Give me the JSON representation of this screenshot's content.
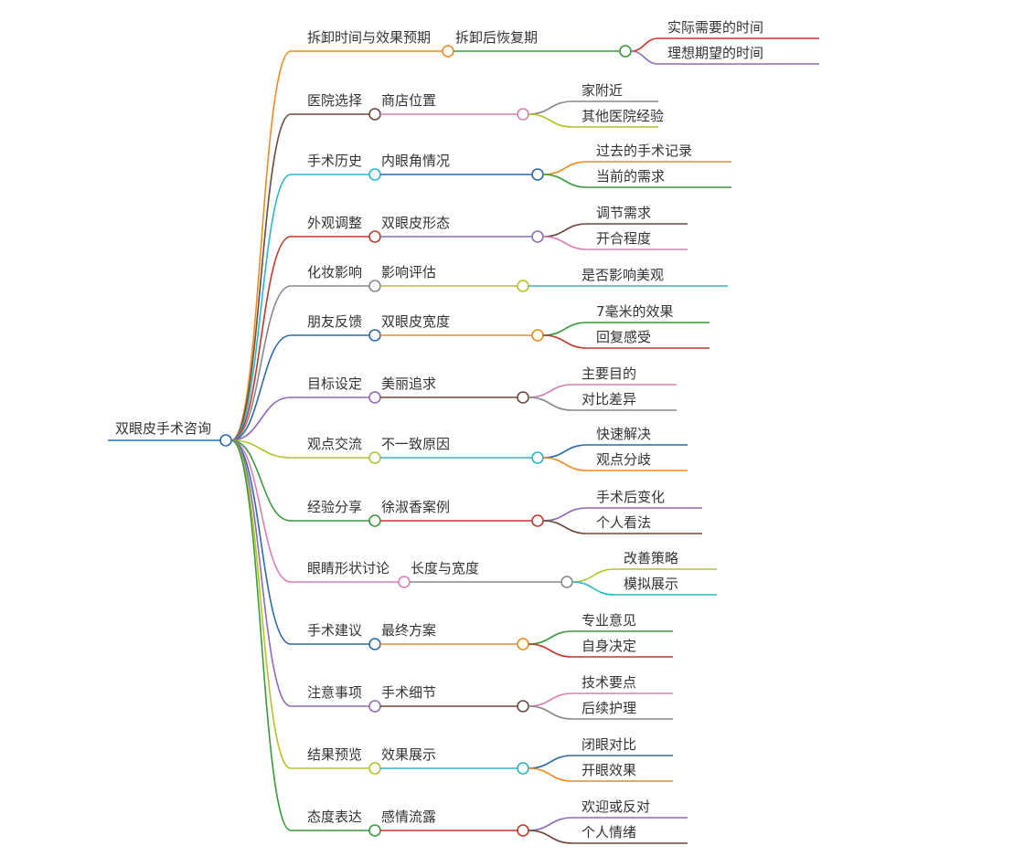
{
  "root": {
    "label": "双眼皮手术咨询",
    "color": "#2f6aa8"
  },
  "branches": [
    {
      "label": "拆卸时间与效果预期",
      "color": "#f08a24",
      "child": {
        "label": "拆卸后恢复期",
        "color": "#3a9a3a",
        "leaves": [
          {
            "label": "实际需要的时间",
            "color": "#c0392b"
          },
          {
            "label": "理想期望的时间",
            "color": "#8e6ab8"
          }
        ]
      }
    },
    {
      "label": "医院选择",
      "color": "#6b4a3a",
      "child": {
        "label": "商店位置",
        "color": "#d77fb5",
        "leaves": [
          {
            "label": "家附近",
            "color": "#888888"
          },
          {
            "label": "其他医院经验",
            "color": "#b5c22a"
          }
        ]
      }
    },
    {
      "label": "手术历史",
      "color": "#29b6c9",
      "child": {
        "label": "内眼角情况",
        "color": "#2f6aa8",
        "leaves": [
          {
            "label": "过去的手术记录",
            "color": "#f08a24"
          },
          {
            "label": "当前的需求",
            "color": "#3a9a3a"
          }
        ]
      }
    },
    {
      "label": "外观调整",
      "color": "#c0392b",
      "child": {
        "label": "双眼皮形态",
        "color": "#8e6ab8",
        "leaves": [
          {
            "label": "调节需求",
            "color": "#6b4a3a"
          },
          {
            "label": "开合程度",
            "color": "#d77fb5"
          }
        ]
      }
    },
    {
      "label": "化妆影响",
      "color": "#888888",
      "child": {
        "label": "影响评估",
        "color": "#b5c22a",
        "leaves": [
          {
            "label": "是否影响美观",
            "color": "#29b6c9"
          }
        ]
      }
    },
    {
      "label": "朋友反馈",
      "color": "#2f6aa8",
      "child": {
        "label": "双眼皮宽度",
        "color": "#f08a24",
        "leaves": [
          {
            "label": "7毫米的效果",
            "color": "#3a9a3a"
          },
          {
            "label": "回复感受",
            "color": "#c0392b"
          }
        ]
      }
    },
    {
      "label": "目标设定",
      "color": "#8e6ab8",
      "child": {
        "label": "美丽追求",
        "color": "#6b4a3a",
        "leaves": [
          {
            "label": "主要目的",
            "color": "#d77fb5"
          },
          {
            "label": "对比差异",
            "color": "#888888"
          }
        ]
      }
    },
    {
      "label": "观点交流",
      "color": "#b5c22a",
      "child": {
        "label": "不一致原因",
        "color": "#29b6c9",
        "leaves": [
          {
            "label": "快速解决",
            "color": "#2f6aa8"
          },
          {
            "label": "观点分歧",
            "color": "#f08a24"
          }
        ]
      }
    },
    {
      "label": "经验分享",
      "color": "#3a9a3a",
      "child": {
        "label": "徐淑香案例",
        "color": "#c0392b",
        "leaves": [
          {
            "label": "手术后变化",
            "color": "#8e6ab8"
          },
          {
            "label": "个人看法",
            "color": "#6b4a3a"
          }
        ]
      }
    },
    {
      "label": "眼睛形状讨论",
      "color": "#d77fb5",
      "child": {
        "label": "长度与宽度",
        "color": "#888888",
        "leaves": [
          {
            "label": "改善策略",
            "color": "#b5c22a"
          },
          {
            "label": "模拟展示",
            "color": "#29b6c9"
          }
        ]
      }
    },
    {
      "label": "手术建议",
      "color": "#2f6aa8",
      "child": {
        "label": "最终方案",
        "color": "#f08a24",
        "leaves": [
          {
            "label": "专业意见",
            "color": "#3a9a3a"
          },
          {
            "label": "自身决定",
            "color": "#c0392b"
          }
        ]
      }
    },
    {
      "label": "注意事项",
      "color": "#8e6ab8",
      "child": {
        "label": "手术细节",
        "color": "#6b4a3a",
        "leaves": [
          {
            "label": "技术要点",
            "color": "#d77fb5"
          },
          {
            "label": "后续护理",
            "color": "#888888"
          }
        ]
      }
    },
    {
      "label": "结果预览",
      "color": "#b5c22a",
      "child": {
        "label": "效果展示",
        "color": "#29b6c9",
        "leaves": [
          {
            "label": "闭眼对比",
            "color": "#2f6aa8"
          },
          {
            "label": "开眼效果",
            "color": "#f08a24"
          }
        ]
      }
    },
    {
      "label": "态度表达",
      "color": "#3a9a3a",
      "child": {
        "label": "感情流露",
        "color": "#c0392b",
        "leaves": [
          {
            "label": "欢迎或反对",
            "color": "#8e6ab8"
          },
          {
            "label": "个人情绪",
            "color": "#6b4a3a"
          }
        ]
      }
    }
  ]
}
